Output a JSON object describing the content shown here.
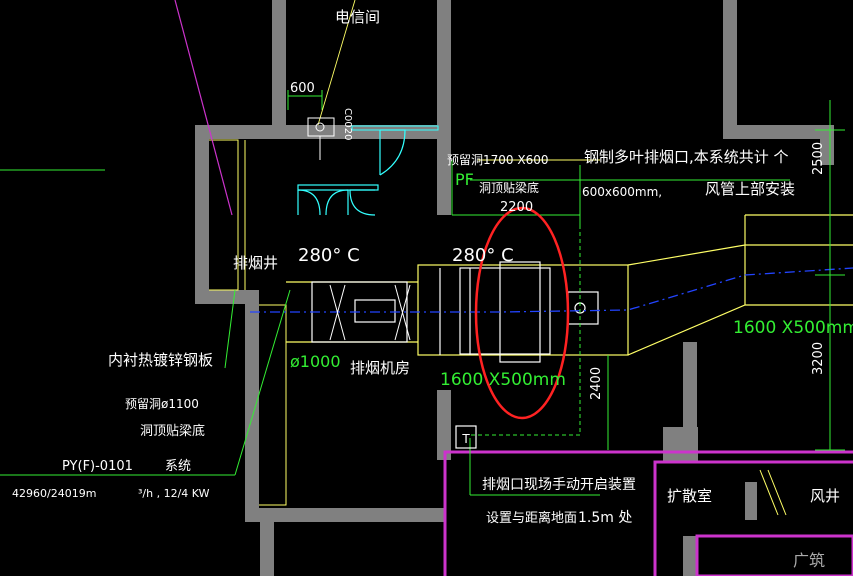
{
  "labels": {
    "telecom_room": "电信间",
    "dim_600": "600",
    "vert_label": "C0020",
    "reserved_hole": "预留洞1700 X600",
    "pf": "PF",
    "beam_bottom": "洞顶贴梁底",
    "louver_note": "钢制多叶排烟口,本系统共计 个",
    "louver_size": "600x600mm,",
    "duct_top_install": "风管上部安装",
    "dim_2200": "2200",
    "dim_2500": "2500",
    "smoke_shaft": "排烟井",
    "temp_left": "280° C",
    "temp_right": "280° C",
    "dim_1600x500_right": "1600 X500mm",
    "dim_1600x500_mid": "1600 X500mm",
    "dim_3200": "3200",
    "dim_2400": "2400",
    "lining": "内衬热镀锌钢板",
    "diameter": "ø1000",
    "fan_room": "排烟机房",
    "reserved_hole_2": "预留洞ø1100",
    "beam_bottom_2": "洞顶贴梁底",
    "system_id": "PY(F)-0101",
    "system": "系统",
    "flow": "42960/24019m",
    "flow_unit": "³/h , 12/4 KW",
    "smoke_outlet": "排烟口现场手动开启装置",
    "height_note": "设置与距离地面",
    "height_value": "1.5m 处",
    "diffusion_room": "扩散室",
    "wind_well": "风井",
    "corner_mark": "广筑"
  },
  "colors": {
    "background": "#000000",
    "wall": "#808080",
    "text": "#ffffff",
    "dimension": "#33ee33",
    "duct_outline": "#ffff66",
    "duct_center": "#2244ff",
    "partition": "#cc33cc",
    "door": "#33ffff",
    "highlight": "#ff2222"
  }
}
